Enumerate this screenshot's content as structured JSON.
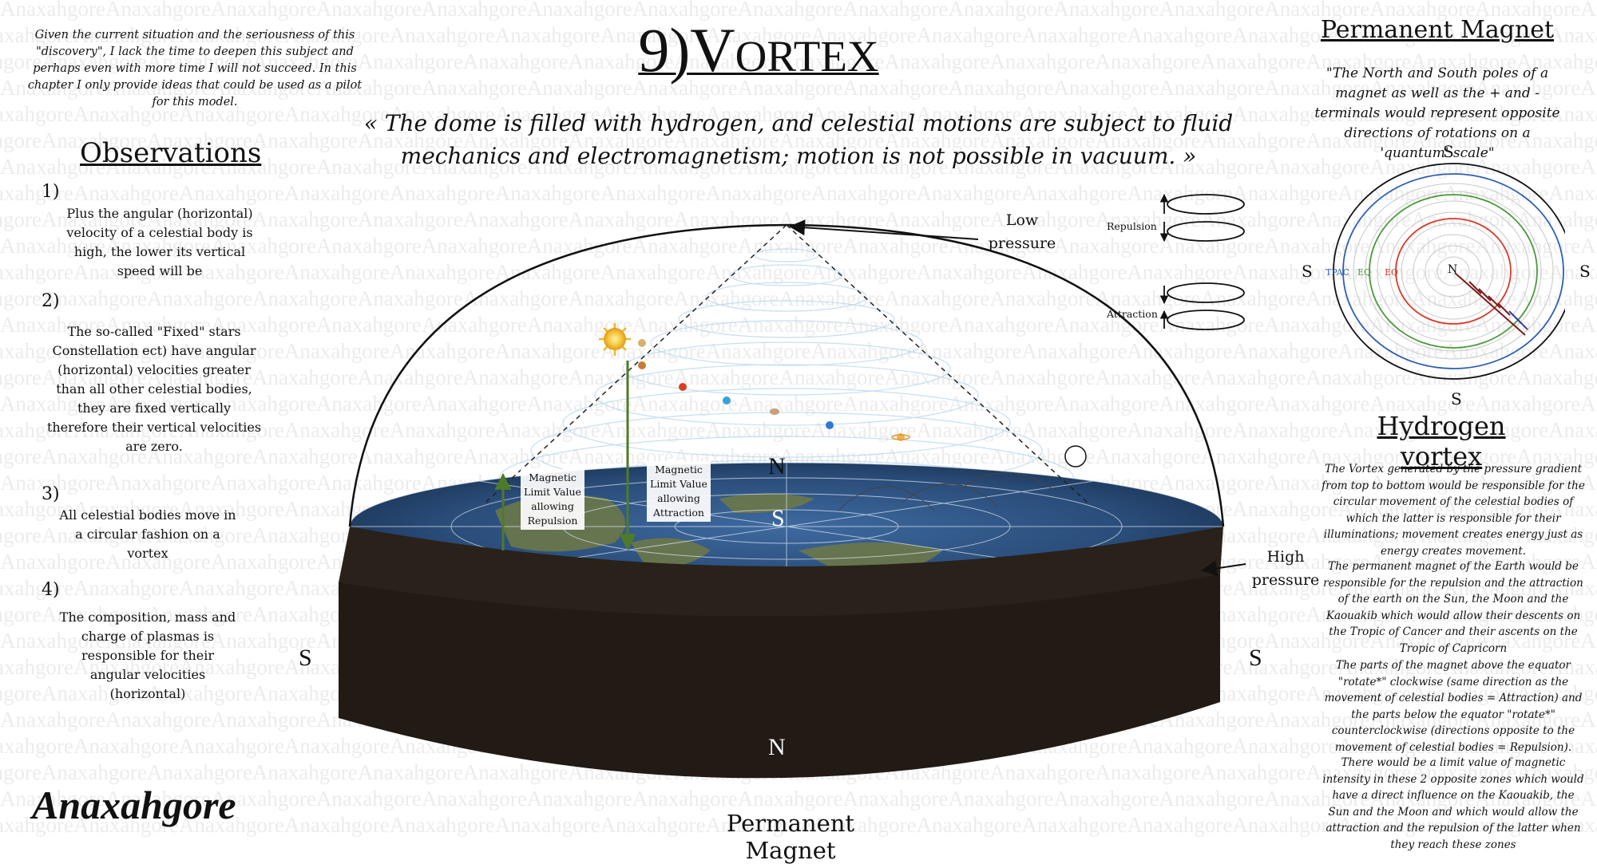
{
  "watermark": {
    "text": "Anaxahgore"
  },
  "intro_text": "Given the current situation and the seriousness of this \"discovery\", I lack the time to deepen this subject and perhaps even with more time I will not succeed. In this chapter I only provide ideas that could be used as a pilot for this model.",
  "title": "9)Vortex",
  "quote": "« The dome is filled with hydrogen, and celestial motions are subject to fluid mechanics and electromagnetism; motion is not possible in vacuum. »",
  "observations": {
    "heading": "Observations",
    "items": [
      {
        "num": "1)",
        "text": "Plus the angular (horizontal) velocity of a celestial body is high, the lower its vertical speed will be"
      },
      {
        "num": "2)",
        "text": "The so-called \"Fixed\" stars Constellation ect) have angular (horizontal) velocities greater than all other celestial bodies, they are fixed vertically therefore their vertical velocities are zero."
      },
      {
        "num": "3)",
        "text": "All celestial bodies move in a circular fashion on a vortex"
      },
      {
        "num": "4)",
        "text": "The composition, mass and charge of plasmas is responsible for their angular velocities (horizontal)"
      }
    ]
  },
  "logo": "Anaxahgore",
  "diagram": {
    "low_pressure": "Low pressure",
    "high_pressure": "High pressure",
    "repulsion_label": "Repulsion",
    "attraction_label": "Attraction",
    "limit_repulsion": "Magnetic Limit Value allowing Repulsion",
    "limit_attraction": "Magnetic Limit Value allowing Attraction",
    "pole_n_top": "N",
    "pole_s_top": "S",
    "pole_s_left": "S",
    "pole_s_right": "S",
    "pole_n_bottom": "N",
    "bottom_label": "Permanent Magnet",
    "colors": {
      "disc_ocean": "#2a4d7a",
      "disc_base": "#211a15",
      "sun": "#f5b82e",
      "arrow_green": "#4f7a2a"
    }
  },
  "permanent_magnet": {
    "heading": "Permanent Magnet",
    "quote": "\"The North and South poles of a magnet as well as the + and - terminals would represent opposite directions of rotations on a 'quantum' scale\"",
    "map": {
      "s_top": "S",
      "s_left": "S",
      "s_right": "S",
      "s_bottom": "S",
      "n_center": "N",
      "tpac": "TPAC",
      "eq1": "EQ",
      "eq2": "EQ",
      "colors": {
        "tpac": "#2e5fb0",
        "eq_green": "#4a9a3a",
        "eq_red": "#d83a2a"
      }
    }
  },
  "hydrogen_vortex": {
    "heading": "Hydrogen vortex",
    "paragraphs": [
      "The Vortex generated by the pressure gradient from top to bottom would be responsible for the circular movement of the celestial bodies of which the latter is responsible for their illuminations; movement creates energy just as energy creates movement.",
      "The permanent magnet of the Earth would be responsible for the repulsion and the attraction of the earth on the Sun, the Moon and the Kaouakib which would allow their descents on the Tropic of Cancer and their ascents on the Tropic of Capricorn",
      "The parts of the magnet above the equator \"rotate*\" clockwise (same direction as the movement of celestial bodies = Attraction) and the parts below the equator \"rotate*\" counterclockwise (directions opposite to the movement of celestial bodies = Repulsion).",
      "There would be a limit value of magnetic intensity in these 2 opposite zones which would have a direct influence on the Kaouakib, the Sun and the Moon and which would allow the attraction and the repulsion of the latter when they reach these zones"
    ]
  }
}
